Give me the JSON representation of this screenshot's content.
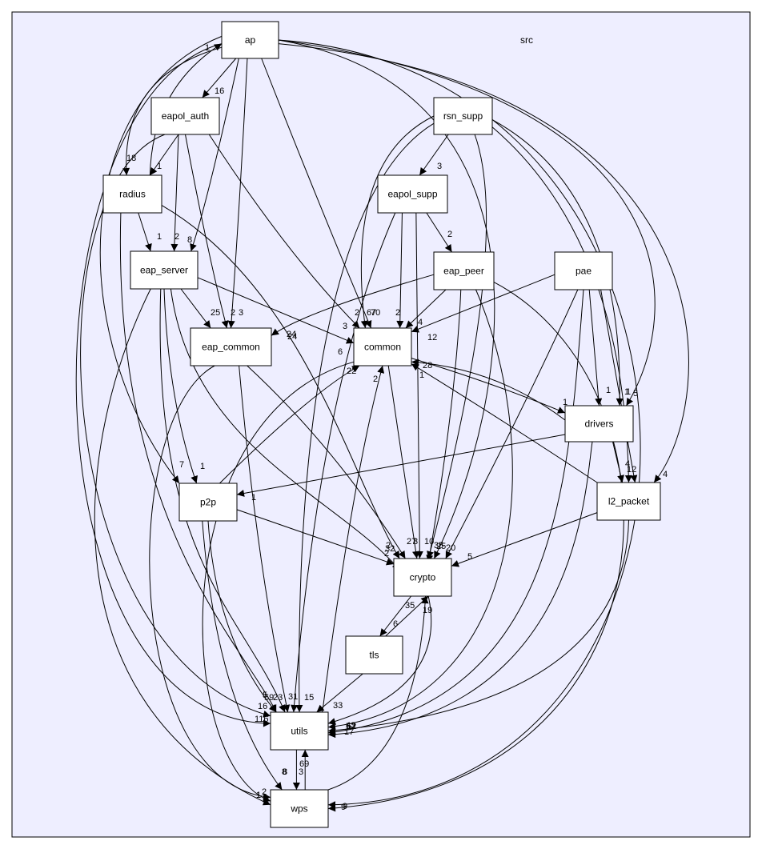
{
  "diagram": {
    "cluster_label": "src",
    "colors": {
      "cluster_fill": "#eeeeff",
      "node_fill": "#ffffff",
      "stroke": "#000000"
    },
    "nodes": [
      {
        "id": "ap",
        "label": "ap"
      },
      {
        "id": "eapol_auth",
        "label": "eapol_auth"
      },
      {
        "id": "rsn_supp",
        "label": "rsn_supp"
      },
      {
        "id": "radius",
        "label": "radius"
      },
      {
        "id": "eapol_supp",
        "label": "eapol_supp"
      },
      {
        "id": "eap_server",
        "label": "eap_server"
      },
      {
        "id": "eap_peer",
        "label": "eap_peer"
      },
      {
        "id": "pae",
        "label": "pae"
      },
      {
        "id": "eap_common",
        "label": "eap_common"
      },
      {
        "id": "common",
        "label": "common"
      },
      {
        "id": "drivers",
        "label": "drivers"
      },
      {
        "id": "p2p",
        "label": "p2p"
      },
      {
        "id": "l2_packet",
        "label": "l2_packet"
      },
      {
        "id": "crypto",
        "label": "crypto"
      },
      {
        "id": "tls",
        "label": "tls"
      },
      {
        "id": "utils",
        "label": "utils"
      },
      {
        "id": "wps",
        "label": "wps"
      }
    ],
    "edges": [
      {
        "from": "ap",
        "to": "eapol_auth",
        "label": "16"
      },
      {
        "from": "ap",
        "to": "radius",
        "label": "18"
      },
      {
        "from": "ap",
        "to": "eap_server",
        "label": "8"
      },
      {
        "from": "ap",
        "to": "eap_common",
        "label": "3"
      },
      {
        "from": "ap",
        "to": "common",
        "label": "70"
      },
      {
        "from": "ap",
        "to": "drivers",
        "label": "1"
      },
      {
        "from": "ap",
        "to": "p2p",
        "label": "7"
      },
      {
        "from": "ap",
        "to": "l2_packet",
        "label": "4"
      },
      {
        "from": "ap",
        "to": "crypto",
        "label": "25"
      },
      {
        "from": "ap",
        "to": "utils",
        "label": "116"
      },
      {
        "from": "ap",
        "to": "wps",
        "label": "9"
      },
      {
        "from": "eapol_auth",
        "to": "radius",
        "label": "1"
      },
      {
        "from": "eapol_auth",
        "to": "eap_server",
        "label": "2"
      },
      {
        "from": "eapol_auth",
        "to": "eap_common",
        "label": "2"
      },
      {
        "from": "eapol_auth",
        "to": "common",
        "label": "2"
      },
      {
        "from": "eapol_auth",
        "to": "utils",
        "label": "16"
      },
      {
        "from": "radius",
        "to": "ap",
        "label": "1"
      },
      {
        "from": "radius",
        "to": "eap_server",
        "label": "1"
      },
      {
        "from": "radius",
        "to": "crypto",
        "label": "24"
      },
      {
        "from": "radius",
        "to": "utils",
        "label": "59"
      },
      {
        "from": "eap_server",
        "to": "eap_common",
        "label": "25"
      },
      {
        "from": "eap_server",
        "to": "common",
        "label": "3"
      },
      {
        "from": "eap_server",
        "to": "p2p",
        "label": "1"
      },
      {
        "from": "eap_server",
        "to": "crypto",
        "label": "32"
      },
      {
        "from": "eap_server",
        "to": "utils",
        "label": "23"
      },
      {
        "from": "eap_server",
        "to": "wps",
        "label": "1"
      },
      {
        "from": "rsn_supp",
        "to": "eapol_supp",
        "label": "3"
      },
      {
        "from": "rsn_supp",
        "to": "common",
        "label": "67"
      },
      {
        "from": "rsn_supp",
        "to": "drivers",
        "label": "1"
      },
      {
        "from": "rsn_supp",
        "to": "l2_packet",
        "label": "12"
      },
      {
        "from": "rsn_supp",
        "to": "crypto",
        "label": "10"
      },
      {
        "from": "rsn_supp",
        "to": "utils",
        "label": "15"
      },
      {
        "from": "eapol_supp",
        "to": "eap_peer",
        "label": "2"
      },
      {
        "from": "eapol_supp",
        "to": "common",
        "label": "2"
      },
      {
        "from": "eapol_supp",
        "to": "crypto",
        "label": "27"
      },
      {
        "from": "eapol_supp",
        "to": "utils",
        "label": "31"
      },
      {
        "from": "eap_peer",
        "to": "eap_common",
        "label": "24"
      },
      {
        "from": "eap_peer",
        "to": "common",
        "label": "4"
      },
      {
        "from": "eap_peer",
        "to": "crypto",
        "label": "35"
      },
      {
        "from": "eap_peer",
        "to": "utils",
        "label": "52"
      },
      {
        "from": "eap_peer",
        "to": "wps",
        "label": "9"
      },
      {
        "from": "pae",
        "to": "common",
        "label": "12"
      },
      {
        "from": "pae",
        "to": "drivers",
        "label": "1"
      },
      {
        "from": "pae",
        "to": "l2_packet",
        "label": "5"
      },
      {
        "from": "pae",
        "to": "crypto",
        "label": "20"
      },
      {
        "from": "pae",
        "to": "utils",
        "label": "17"
      },
      {
        "from": "eap_common",
        "to": "crypto",
        "label": "2"
      },
      {
        "from": "eap_common",
        "to": "utils",
        "label": "8"
      },
      {
        "from": "eap_common",
        "to": "wps",
        "label": "1"
      },
      {
        "from": "common",
        "to": "drivers",
        "label": "1"
      },
      {
        "from": "common",
        "to": "crypto",
        "label": "3"
      },
      {
        "from": "common",
        "to": "wps",
        "label": "22"
      },
      {
        "from": "drivers",
        "to": "common",
        "label": "28"
      },
      {
        "from": "drivers",
        "to": "p2p",
        "label": "1"
      },
      {
        "from": "drivers",
        "to": "l2_packet",
        "label": "4"
      },
      {
        "from": "drivers",
        "to": "utils",
        "label": "62"
      },
      {
        "from": "l2_packet",
        "to": "common",
        "label": "1"
      },
      {
        "from": "l2_packet",
        "to": "crypto",
        "label": "5"
      },
      {
        "from": "l2_packet",
        "to": "utils",
        "label": "43"
      },
      {
        "from": "p2p",
        "to": "common",
        "label": "6"
      },
      {
        "from": "p2p",
        "to": "crypto",
        "label": "2"
      },
      {
        "from": "p2p",
        "to": "utils",
        "label": "5"
      },
      {
        "from": "p2p",
        "to": "wps",
        "label": "8"
      },
      {
        "from": "crypto",
        "to": "tls",
        "label": "6"
      },
      {
        "from": "crypto",
        "to": "utils",
        "label": "19"
      },
      {
        "from": "tls",
        "to": "crypto",
        "label": "35"
      },
      {
        "from": "tls",
        "to": "utils",
        "label": "33"
      },
      {
        "from": "utils",
        "to": "common",
        "label": "2"
      },
      {
        "from": "utils",
        "to": "wps",
        "label": "3"
      },
      {
        "from": "wps",
        "to": "utils",
        "label": "69"
      },
      {
        "from": "wps",
        "to": "crypto",
        "label": "2"
      }
    ]
  }
}
